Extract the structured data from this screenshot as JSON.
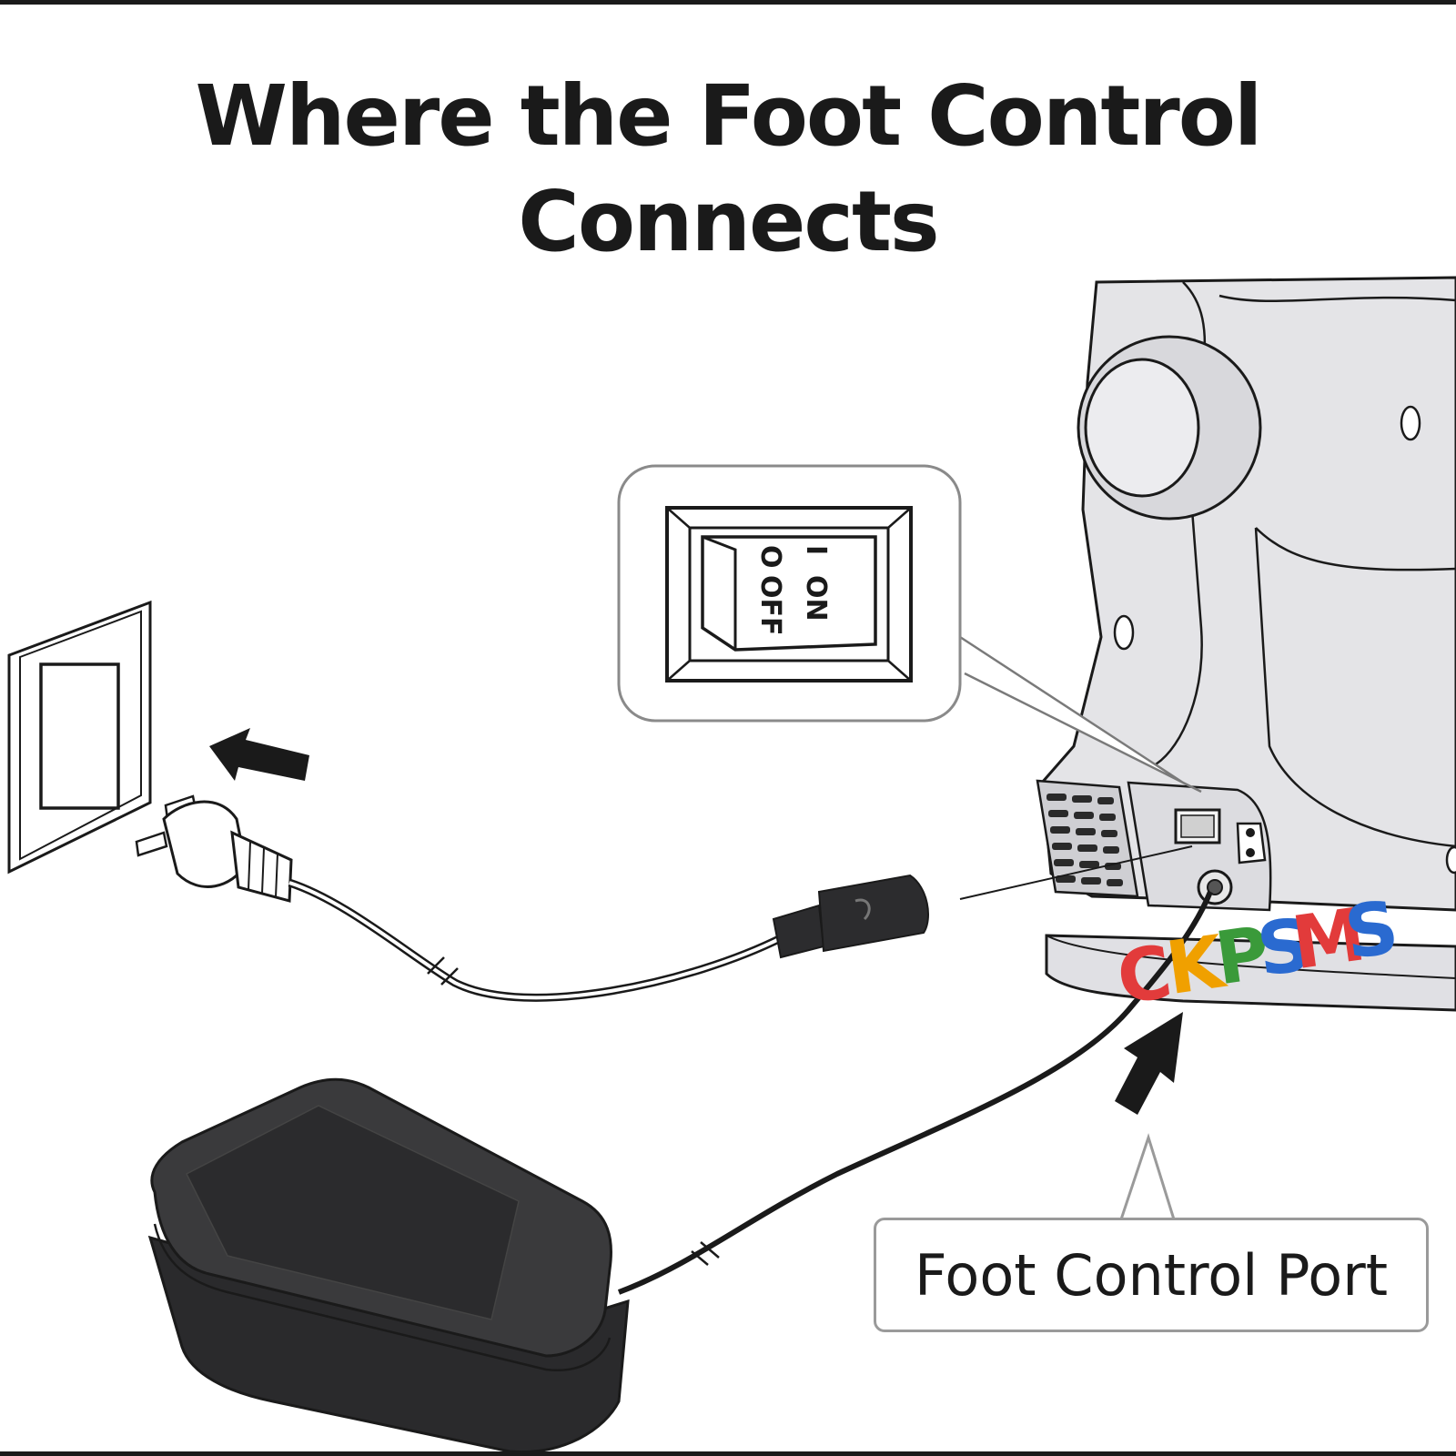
{
  "title": {
    "line1": "Where the Foot Control",
    "line2": "Connects"
  },
  "switch_labels": {
    "on": "ON",
    "off": "OFF",
    "on_symbol": "I",
    "off_symbol": "O"
  },
  "callout": {
    "label": "Foot Control Port"
  },
  "watermark": "CKPSMS",
  "colors": {
    "ink": "#1a1a1a",
    "machine_fill": "#e4e4e7",
    "pedal_fill": "#3a3a3c",
    "callout_border": "#9a9a9a"
  }
}
